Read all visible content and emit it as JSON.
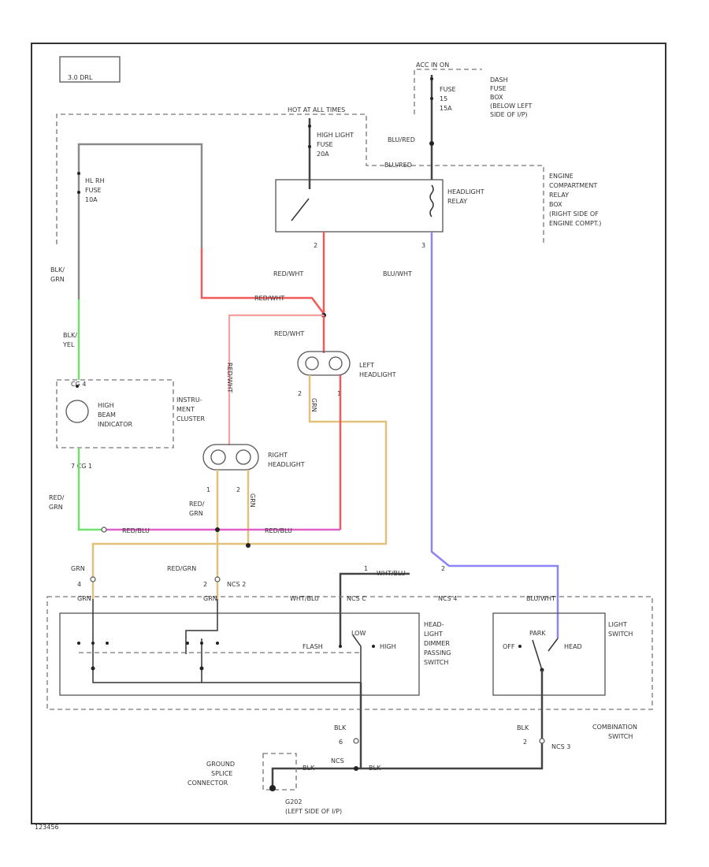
{
  "labels": {
    "model": "3.0 DRL",
    "hot_all_times": "HOT AT ALL TIMES",
    "acc_or_on": "ACC IN ON",
    "hi_fuse": [
      "HIGH LIGHT",
      "FUSE",
      "20A"
    ],
    "hl_rh_fuse": [
      "HL RH",
      "FUSE",
      "10A"
    ],
    "fuse_15": [
      "FUSE",
      "15",
      "15A"
    ],
    "dash_fuse": [
      "DASH",
      "FUSE",
      "BOX",
      "(BELOW LEFT",
      "SIDE OF I/P)"
    ],
    "bluered_1": "BLU/RED",
    "bluered_2": "BLU/RED",
    "relay": [
      "HEADLIGHT",
      "RELAY"
    ],
    "eng_relay_box": [
      "ENGINE",
      "COMPARTMENT",
      "RELAY",
      "BOX",
      "(RIGHT SIDE OF",
      "ENGINE COMPT.)"
    ],
    "wire_blk_grn": [
      "BLK/",
      "GRN"
    ],
    "wire_blk_yel": [
      "BLK/",
      "YEL"
    ],
    "redwht_1": "RED/WHT",
    "redwht_2": "RED/WHT",
    "redwht_3": "RED/WHT",
    "redwht_v": "RED/WHT",
    "bluwht": "BLU/WHT",
    "pin_2": "2",
    "pin_3": "3",
    "left_headlight": [
      "LEFT",
      "HEADLIGHT"
    ],
    "lh_pin_2": "2",
    "lh_pin_1": "1",
    "grn_v1": "GRN",
    "cg_4": "CG 4",
    "indicator": [
      "HIGH",
      "BEAM",
      "INDICATOR"
    ],
    "cluster": [
      "INSTRU-",
      "MENT",
      "CLUSTER"
    ],
    "cg_1": "7   CG 1",
    "right_headlight": [
      "RIGHT",
      "HEADLIGHT"
    ],
    "rh_pin_1": "1",
    "rh_pin_2": "2",
    "grn_v2": "GRN",
    "wire_red_grn": [
      "RED/",
      "GRN"
    ],
    "wire_red_grn2": [
      "RED/",
      "GRN"
    ],
    "redblu_1": "RED/BLU",
    "redblu_2": "RED/BLU",
    "grn_left": [
      "GRN",
      "4"
    ],
    "redgrn_bot": "RED/GRN",
    "pin_2b": "2",
    "ncs2": "NCS 2",
    "whtblu": "WHT/BLU",
    "pin_c1": "1",
    "pin_c2": "2",
    "grn_sw": "GRN",
    "grn_sw2": "GRN",
    "whtblu_sw": "WHT/BLU",
    "ncs_c": "NCS C",
    "ncs_4": "NCS 4",
    "bluwht_sw": "BLU/WHT",
    "dimmer": [
      "HEAD-",
      "LIGHT",
      "DIMMER",
      "PASSING",
      "SWITCH"
    ],
    "flash": "FLASH",
    "low": "LOW",
    "high": "HIGH",
    "light_switch": [
      "LIGHT",
      "SWITCH"
    ],
    "off": "OFF",
    "park": "PARK",
    "head": "HEAD",
    "combination": [
      "COMBINATION",
      "SWITCH"
    ],
    "blk_1": [
      "BLK",
      "6"
    ],
    "blk_2": [
      "BLK",
      "2"
    ],
    "ncs_3": "NCS 3",
    "ground_splice": [
      "GROUND",
      "SPLICE",
      "CONNECTOR"
    ],
    "blk_gr1": "BLK",
    "ncs_gr": "NCS",
    "blk_gr2": "BLK",
    "g202": [
      "G202",
      "(LEFT SIDE OF I/P)"
    ],
    "fig_id": "123456"
  },
  "colors": {
    "red_wht": "#f25a5a",
    "red_grn": "#f7a0a0",
    "grn": "#e4c17a",
    "blu_wht": "#8b84f5",
    "blk_grn": "#70df70",
    "red_blu": "#e060c8",
    "blk": "#444444",
    "frame": "#333333"
  }
}
